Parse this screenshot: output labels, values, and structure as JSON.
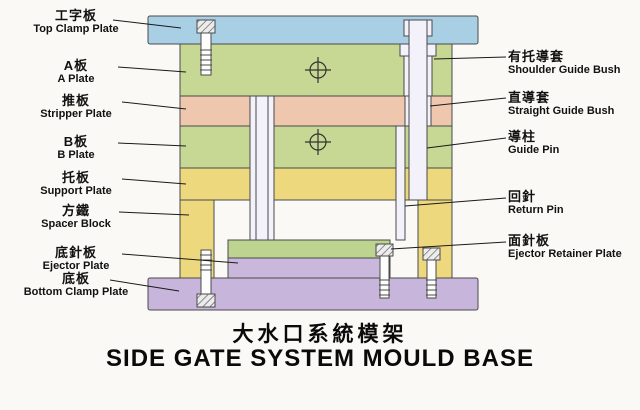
{
  "page": {
    "title_zh": "大水口系統模架",
    "title_en": "SIDE GATE SYSTEM MOULD BASE"
  },
  "labels": {
    "left": [
      {
        "zh": "工字板",
        "en": "Top Clamp Plate"
      },
      {
        "zh": "A板",
        "en": "A Plate"
      },
      {
        "zh": "推板",
        "en": "Stripper Plate"
      },
      {
        "zh": "B板",
        "en": "B Plate"
      },
      {
        "zh": "托板",
        "en": "Support Plate"
      },
      {
        "zh": "方鐵",
        "en": "Spacer Block"
      },
      {
        "zh": "底針板",
        "en": "Ejector Plate"
      },
      {
        "zh": "底板",
        "en": "Bottom Clamp Plate"
      }
    ],
    "right": [
      {
        "zh": "有托導套",
        "en": "Shoulder Guide Bush"
      },
      {
        "zh": "直導套",
        "en": "Straight Guide Bush"
      },
      {
        "zh": "導柱",
        "en": "Guide Pin"
      },
      {
        "zh": "回針",
        "en": "Return Pin"
      },
      {
        "zh": "面針板",
        "en": "Ejector Retainer Plate"
      }
    ]
  },
  "colors": {
    "top_clamp_plate": "#a9cfe5",
    "a_plate": "#c6d893",
    "stripper_plate": "#efc6ae",
    "b_plate": "#c6d893",
    "support_plate": "#eed87d",
    "spacer_block": "#eed87d",
    "ejector_retainer_plate": "#bcd48f",
    "ejector_plate": "#c9b8dc",
    "bottom_clamp_plate": "#c7b5db",
    "pin_fill": "#f3f1fa",
    "screw_fill": "#fdfdfd",
    "outline": "#4a4a4a"
  }
}
